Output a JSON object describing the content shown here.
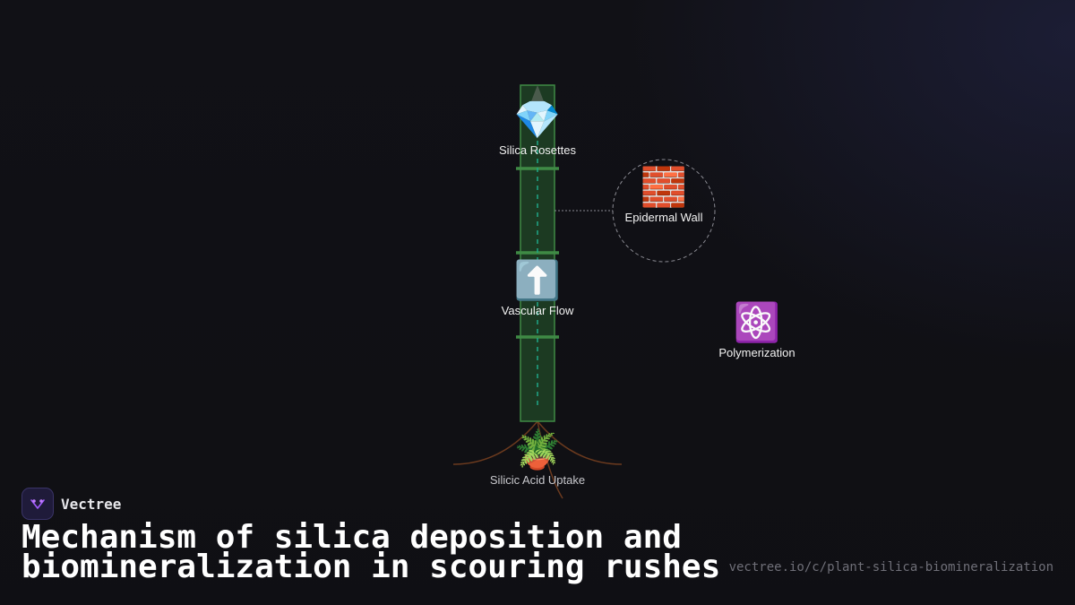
{
  "diagram": {
    "nodes": {
      "silica_rosettes": {
        "icon": "gem-icon",
        "emoji": "💎",
        "label": "Silica Rosettes"
      },
      "epidermal_wall": {
        "icon": "brick-icon",
        "emoji": "🧱",
        "label": "Epidermal Wall"
      },
      "vascular_flow": {
        "icon": "up-arrow-icon",
        "emoji": "⬆️",
        "label": "Vascular Flow"
      },
      "polymerization": {
        "icon": "atom-icon",
        "emoji": "⚛️",
        "label": "Polymerization"
      },
      "silicic_acid_uptake": {
        "icon": "potted-plant-icon",
        "emoji": "🪴",
        "label": "Silicic Acid Uptake"
      }
    },
    "colors": {
      "stem_fill": "#1c3a22",
      "stem_stroke": "#3f8a45",
      "flow_dash": "#1fa888",
      "root": "#6b3a1e"
    }
  },
  "brand": {
    "name": "Vectree",
    "logo_color": "#a35cff"
  },
  "footer": {
    "title": "Mechanism of silica deposition and biomineralization in scouring rushes",
    "url": "vectree.io/c/plant-silica-biomineralization"
  }
}
